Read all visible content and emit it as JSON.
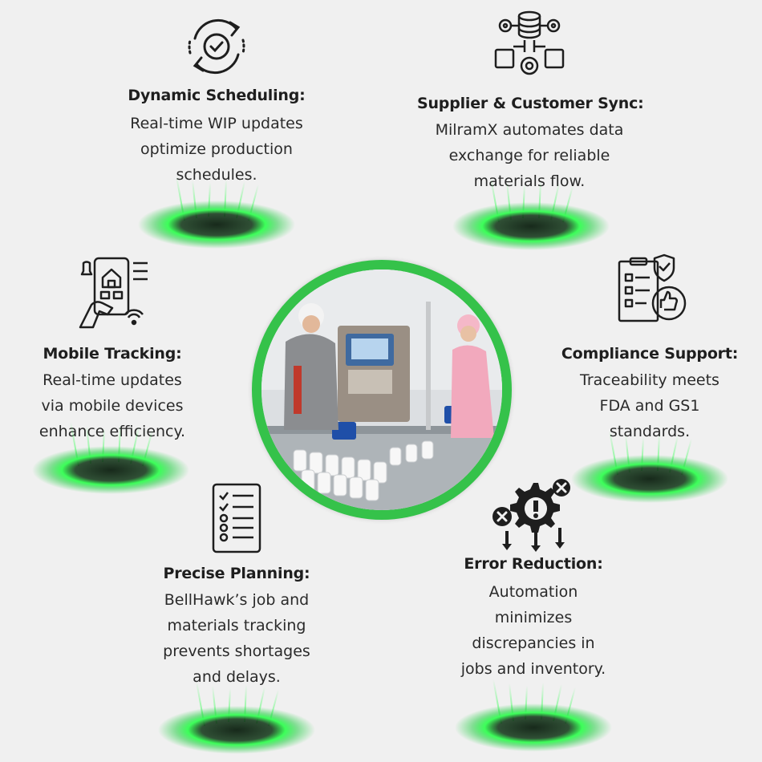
{
  "features": [
    {
      "id": "dynamic-scheduling",
      "icon": "refresh-check-icon",
      "title": "Dynamic Scheduling:",
      "lines": [
        "Real-time WIP updates",
        "optimize production",
        "schedules."
      ]
    },
    {
      "id": "supplier-customer-sync",
      "icon": "database-network-icon",
      "title": "Supplier & Customer Sync:",
      "lines": [
        "MilramX automates data",
        "exchange for reliable",
        "materials flow."
      ]
    },
    {
      "id": "mobile-tracking",
      "icon": "mobile-tracking-icon",
      "title": "Mobile Tracking:",
      "lines": [
        "Real-time updates",
        "via mobile devices",
        "enhance efficiency."
      ]
    },
    {
      "id": "compliance-support",
      "icon": "compliance-checklist-icon",
      "title": "Compliance Support:",
      "lines": [
        "Traceability meets",
        "FDA and GS1",
        "standards."
      ]
    },
    {
      "id": "precise-planning",
      "icon": "checklist-icon",
      "title": "Precise Planning:",
      "lines": [
        "BellHawk’s job and",
        "materials tracking",
        "prevents shortages",
        "and delays."
      ]
    },
    {
      "id": "error-reduction",
      "icon": "gear-error-icon",
      "title": "Error Reduction:",
      "lines": [
        "Automation",
        "minimizes",
        "discrepancies in",
        "jobs and inventory."
      ]
    }
  ],
  "colors": {
    "accent_green": "#35c24a",
    "glow_green": "#3dff5a",
    "background": "#f0f0f0",
    "text": "#1e1e1e"
  }
}
